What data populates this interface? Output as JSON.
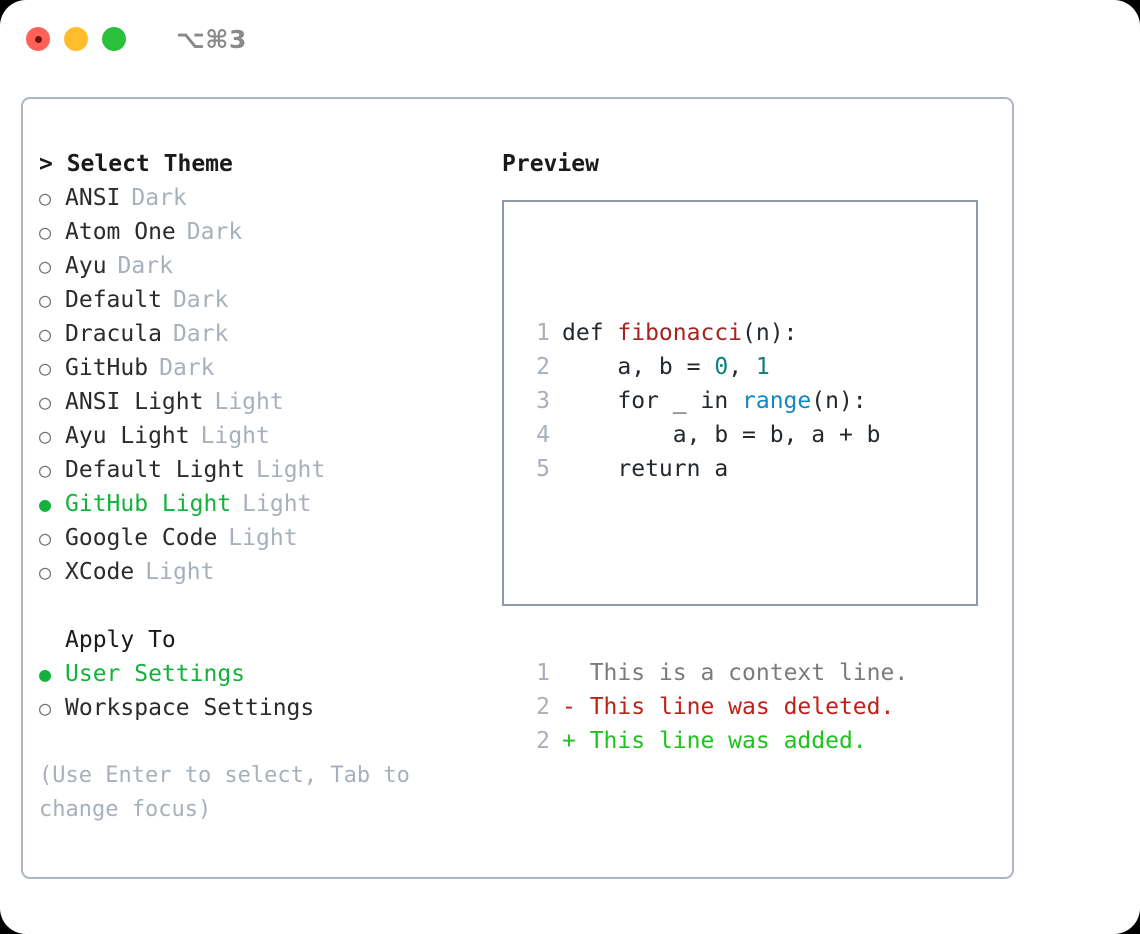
{
  "titlebar": {
    "shortcut": "⌥⌘3",
    "lights": [
      "close",
      "minimize",
      "zoom"
    ]
  },
  "theme_panel": {
    "header": "> Select Theme",
    "items": [
      {
        "marker": "○",
        "label": "ANSI",
        "tag": "Dark",
        "selected": false
      },
      {
        "marker": "○",
        "label": "Atom One",
        "tag": "Dark",
        "selected": false
      },
      {
        "marker": "○",
        "label": "Ayu",
        "tag": "Dark",
        "selected": false
      },
      {
        "marker": "○",
        "label": "Default",
        "tag": "Dark",
        "selected": false
      },
      {
        "marker": "○",
        "label": "Dracula",
        "tag": "Dark",
        "selected": false
      },
      {
        "marker": "○",
        "label": "GitHub",
        "tag": "Dark",
        "selected": false
      },
      {
        "marker": "○",
        "label": "ANSI Light",
        "tag": "Light",
        "selected": false
      },
      {
        "marker": "○",
        "label": "Ayu Light",
        "tag": "Light",
        "selected": false
      },
      {
        "marker": "○",
        "label": "Default Light",
        "tag": "Light",
        "selected": false
      },
      {
        "marker": "●",
        "label": "GitHub Light",
        "tag": "Light",
        "selected": true
      },
      {
        "marker": "○",
        "label": "Google Code",
        "tag": "Light",
        "selected": false
      },
      {
        "marker": "○",
        "label": "XCode",
        "tag": "Light",
        "selected": false
      }
    ],
    "apply_to": {
      "header": "Apply To",
      "options": [
        {
          "marker": "●",
          "label": "User Settings",
          "selected": true
        },
        {
          "marker": "○",
          "label": "Workspace Settings",
          "selected": false
        }
      ]
    },
    "hint": "(Use Enter to select, Tab to change focus)"
  },
  "preview": {
    "header": "Preview",
    "code_lines": [
      {
        "ln": "1",
        "segments": [
          {
            "t": "def ",
            "c": "plain"
          },
          {
            "t": "fibonacci",
            "c": "fn"
          },
          {
            "t": "(n):",
            "c": "plain"
          }
        ]
      },
      {
        "ln": "2",
        "segments": [
          {
            "t": "    a, b = ",
            "c": "plain"
          },
          {
            "t": "0",
            "c": "num"
          },
          {
            "t": ", ",
            "c": "plain"
          },
          {
            "t": "1",
            "c": "num"
          }
        ]
      },
      {
        "ln": "3",
        "segments": [
          {
            "t": "    for _ in ",
            "c": "plain"
          },
          {
            "t": "range",
            "c": "call"
          },
          {
            "t": "(n):",
            "c": "plain"
          }
        ]
      },
      {
        "ln": "4",
        "segments": [
          {
            "t": "        a, b = b, a + b",
            "c": "plain"
          }
        ]
      },
      {
        "ln": "5",
        "segments": [
          {
            "t": "    return a",
            "c": "plain"
          }
        ]
      }
    ],
    "diff_lines": [
      {
        "ln": "1",
        "sign": "  ",
        "text": "This is a context line.",
        "kind": "ctx"
      },
      {
        "ln": "2",
        "sign": "- ",
        "text": "This line was deleted.",
        "kind": "del"
      },
      {
        "ln": "2",
        "sign": "+ ",
        "text": "This line was added.",
        "kind": "add"
      }
    ]
  },
  "colors": {
    "selected_green": "#14b23d",
    "muted": "#a8b0bc",
    "function_red": "#a6231f",
    "call_blue": "#1187c4",
    "number_teal": "#0d7f7c",
    "diff_add": "#1ec31e",
    "diff_del": "#c21f16",
    "panel_border": "#aeb6c2",
    "preview_border": "#8e99ab"
  }
}
